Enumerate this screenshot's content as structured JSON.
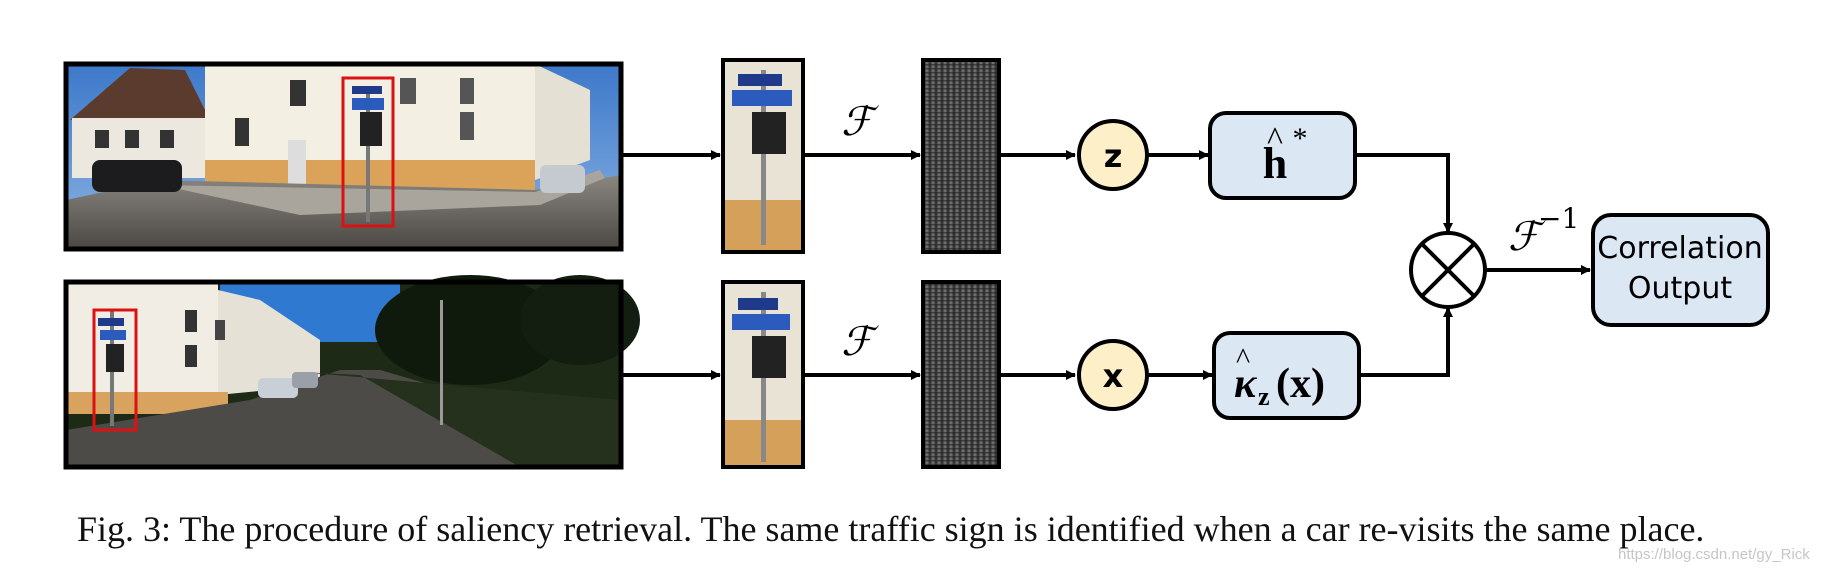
{
  "diagram": {
    "rows": [
      {
        "operator": "ℱ",
        "node_label": "z",
        "box_main": "h",
        "box_hat": "^",
        "box_sup": "*"
      },
      {
        "operator": "ℱ",
        "node_label": "x",
        "box_main": "κ",
        "box_hat": "^",
        "box_sub": "z",
        "box_arg": "(x)"
      }
    ],
    "combine_symbol": "⊗",
    "inverse_operator": "ℱ",
    "inverse_exponent": "−1",
    "output_label": [
      "Correlation",
      "Output"
    ],
    "colors": {
      "node_fill": "#fdefc7",
      "box_fill": "#dce7f4",
      "line": "#000000",
      "selection_box": "#dd1111"
    }
  },
  "caption": "Fig. 3: The procedure of saliency retrieval. The same traffic sign is identified when a car re-visits the same place.",
  "watermark": "https://blog.csdn.net/gy_Rick"
}
